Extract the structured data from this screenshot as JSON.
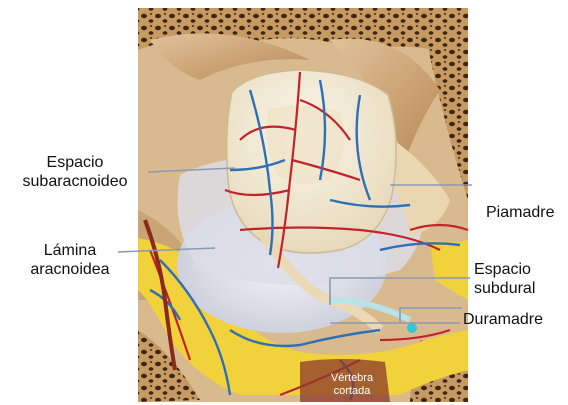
{
  "figure": {
    "labels": {
      "espacio_subaracnoideo_line1": "Espacio",
      "espacio_subaracnoideo_line2": "subaracnoideo",
      "lamina_aracnoidea_line1": "Lámina",
      "lamina_aracnoidea_line2": "aracnoidea",
      "piamadre": "Piamadre",
      "espacio_subdural_line1": "Espacio",
      "espacio_subdural_line2": "subdural",
      "duramadre": "Duramadre",
      "vertebra_line1": "Vértebra",
      "vertebra_line2": "cortada"
    },
    "colors": {
      "bone": "#d8b48a",
      "bone_pores": "#3a2614",
      "fat": "#f2d23a",
      "cord": "#f3ecd8",
      "arachnoid": "#e4e4ee",
      "artery": "#c0242a",
      "vein": "#2f6fb8",
      "leader_line": "#8a9ab0"
    }
  }
}
